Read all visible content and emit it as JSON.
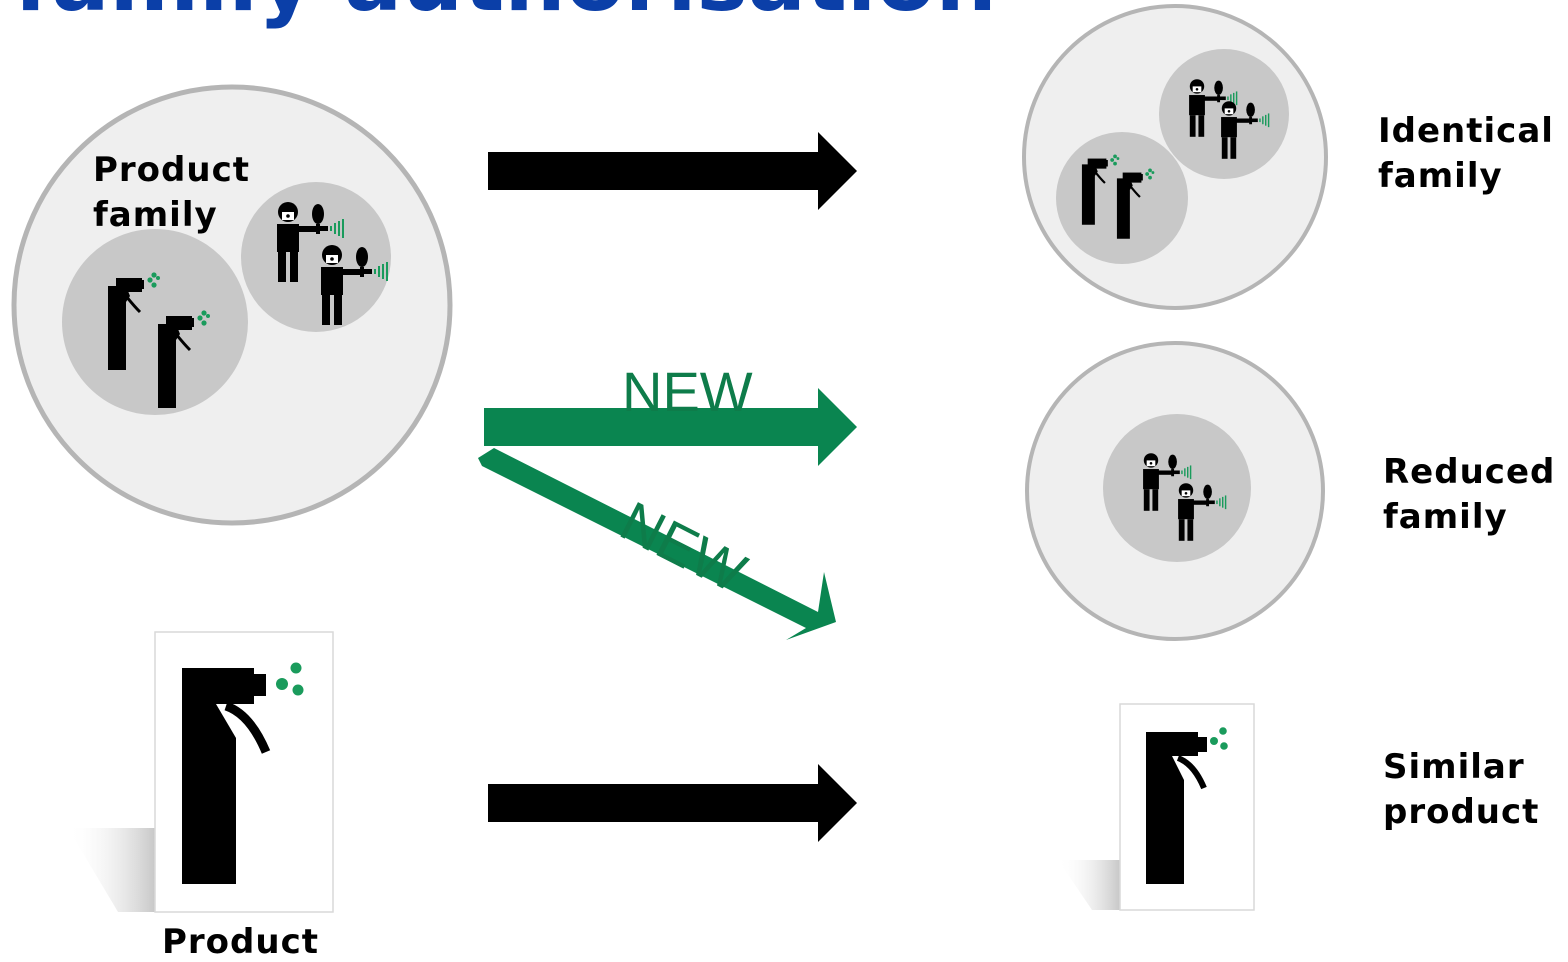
{
  "title": "family authorisation",
  "labels": {
    "product_family": [
      "Product",
      "family"
    ],
    "product": "Product",
    "identical_family": [
      "Identical",
      "family"
    ],
    "reduced_family": [
      "Reduced",
      "family"
    ],
    "similar_product": [
      "Similar",
      "product"
    ]
  },
  "arrows": {
    "new_label_1": "NEW",
    "new_label_2": "NEW"
  },
  "colors": {
    "title": "#0b3fa8",
    "new_arrow": "#0a8550",
    "new_text": "#0e7c4a",
    "plain_arrow": "#000000",
    "outer_circle_fill": "#efefef",
    "outer_circle_stroke": "#b5b5b5",
    "inner_circle_fill": "#c8c8c8",
    "spray_green": "#1a9b5c"
  },
  "icons": [
    "spray-bottle-icon",
    "sprayer-operator-icon",
    "product-card-icon"
  ]
}
